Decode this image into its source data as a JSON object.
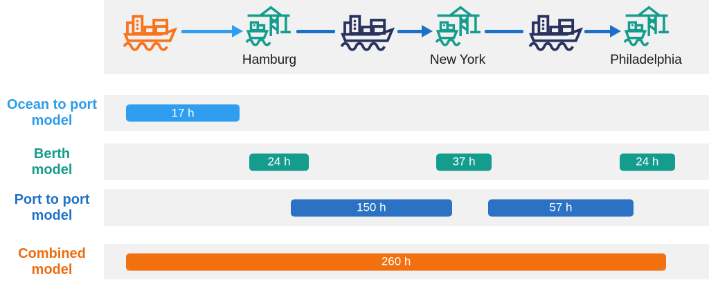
{
  "colors": {
    "band": "#F1F1F2",
    "light_blue": "#2F9DF0",
    "teal": "#149C8C",
    "mid_blue": "#2B72C4",
    "arrow_blue": "#1C70C8",
    "orange": "#F2700F",
    "ship_orange": "#F8731E",
    "ship_navy": "#28325F",
    "city_text": "#1A1A1A"
  },
  "route": {
    "ports": [
      "Hamburg",
      "New York",
      "Philadelphia"
    ]
  },
  "rows": [
    {
      "name": "ocean-to-port-model",
      "label": "Ocean to port\nmodel",
      "color": "#2D9CE8",
      "bars": [
        {
          "value": "17 h",
          "hours": 17,
          "left_pct": 3.7,
          "width_pct": 18.7,
          "color": "#2F9DF0"
        }
      ]
    },
    {
      "name": "berth-model",
      "label": "Berth\nmodel",
      "color": "#149C8C",
      "bars": [
        {
          "value": "24 h",
          "hours": 24,
          "left_pct": 24.0,
          "width_pct": 9.9,
          "color": "#149C8C"
        },
        {
          "value": "37 h",
          "hours": 37,
          "left_pct": 54.9,
          "width_pct": 9.2,
          "color": "#149C8C"
        },
        {
          "value": "24 h",
          "hours": 24,
          "left_pct": 85.2,
          "width_pct": 9.2,
          "color": "#149C8C"
        }
      ]
    },
    {
      "name": "port-to-port-model",
      "label": "Port to port\nmodel",
      "color": "#1F72C8",
      "bars": [
        {
          "value": "150 h",
          "hours": 150,
          "left_pct": 30.9,
          "width_pct": 26.6,
          "color": "#2B72C4"
        },
        {
          "value": "57 h",
          "hours": 57,
          "left_pct": 63.5,
          "width_pct": 24.0,
          "color": "#2B72C4"
        }
      ]
    },
    {
      "name": "combined-model",
      "label": "Combined\nmodel",
      "color": "#EC6C10",
      "bars": [
        {
          "value": "260 h",
          "hours": 260,
          "left_pct": 3.7,
          "width_pct": 89.2,
          "color": "#F2700F"
        }
      ]
    }
  ]
}
